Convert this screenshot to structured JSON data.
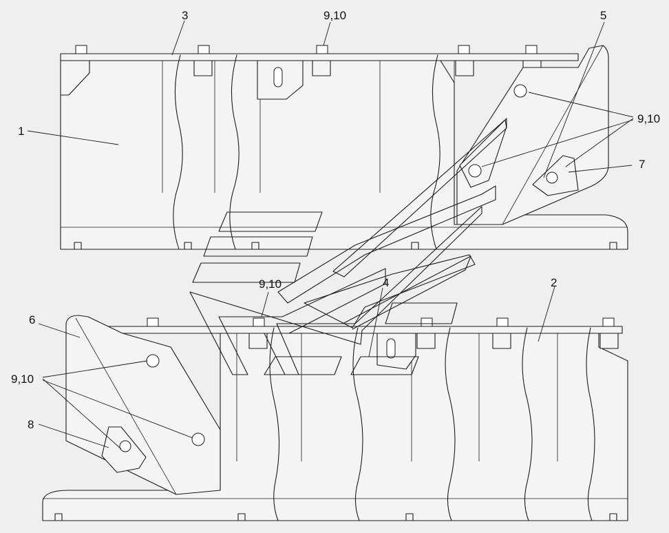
{
  "callouts": {
    "c1": "1",
    "c2": "2",
    "c3": "3",
    "c4": "4",
    "c5": "5",
    "c6": "6",
    "c7": "7",
    "c8": "8",
    "c9_10_top": "9,10",
    "c9_10_right": "9,10",
    "c9_10_middle": "9,10",
    "c9_10_left": "9,10"
  },
  "colors": {
    "background": "#efefef",
    "line": "#1a1a1a",
    "text": "#111111"
  }
}
